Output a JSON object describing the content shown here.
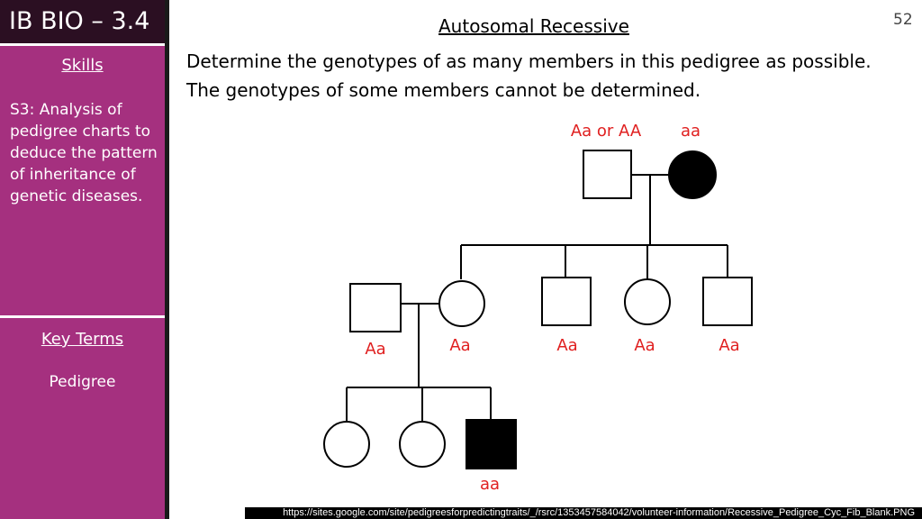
{
  "sidebar": {
    "title": "IB BIO – 3.4",
    "skills_heading": "Skills",
    "skills_text": "S3: Analysis of pedigree charts to deduce the pattern of inheritance of genetic diseases.",
    "key_terms_heading": "Key Terms",
    "key_term": "Pedigree"
  },
  "slide": {
    "title": "Autosomal Recessive",
    "page_number": "52",
    "instructions": "Determine the genotypes of as many members in this pedigree as possible.  The genotypes of some members cannot be determined.",
    "source_url": "https://sites.google.com/site/pedigreesforpredictingtraits/_/rsrc/1353457584042/volunteer-information/Recessive_Pedigree_Cyc_Fib_Blank.PNG"
  },
  "pedigree": {
    "colors": {
      "label": "#e02020",
      "sidebar": "#a5307f",
      "sidebar_title": "#2b0f22"
    },
    "genotypes": {
      "grandfather": "Aa or AA",
      "grandmother": "aa",
      "son_in_law": "Aa",
      "daughter": "Aa",
      "son_2": "Aa",
      "daughter_2": "Aa",
      "son_3": "Aa",
      "grandson": "aa"
    }
  }
}
